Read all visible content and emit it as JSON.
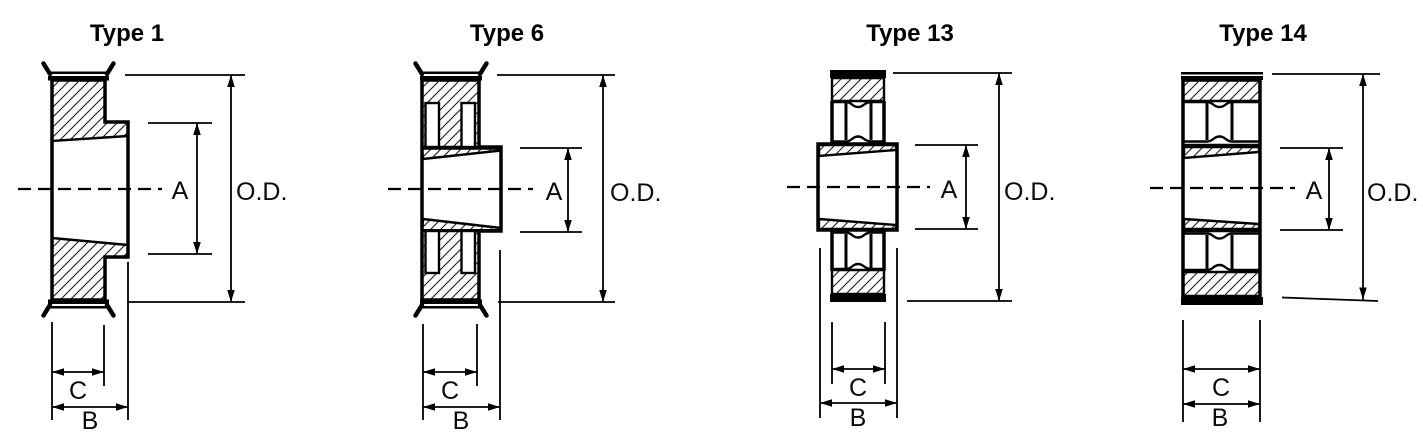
{
  "page": {
    "background": "#ffffff",
    "line_color": "#000000",
    "label_color": "#0a0a10",
    "description": "Four timing-pulley cross-section drawings with dimension callouts"
  },
  "figures": [
    {
      "id": "type-1",
      "title": "Type 1",
      "labels": {
        "bore_diameter": "A",
        "outer_diameter": "O.D.",
        "hub_width": "C",
        "overall_width": "B"
      }
    },
    {
      "id": "type-6",
      "title": "Type 6",
      "labels": {
        "bore_diameter": "A",
        "outer_diameter": "O.D.",
        "hub_width": "C",
        "overall_width": "B"
      }
    },
    {
      "id": "type-13",
      "title": "Type 13",
      "labels": {
        "bore_diameter": "A",
        "outer_diameter": "O.D.",
        "hub_width": "C",
        "overall_width": "B"
      }
    },
    {
      "id": "type-14",
      "title": "Type 14",
      "labels": {
        "bore_diameter": "A",
        "outer_diameter": "O.D.",
        "hub_width": "C",
        "overall_width": "B"
      }
    }
  ]
}
